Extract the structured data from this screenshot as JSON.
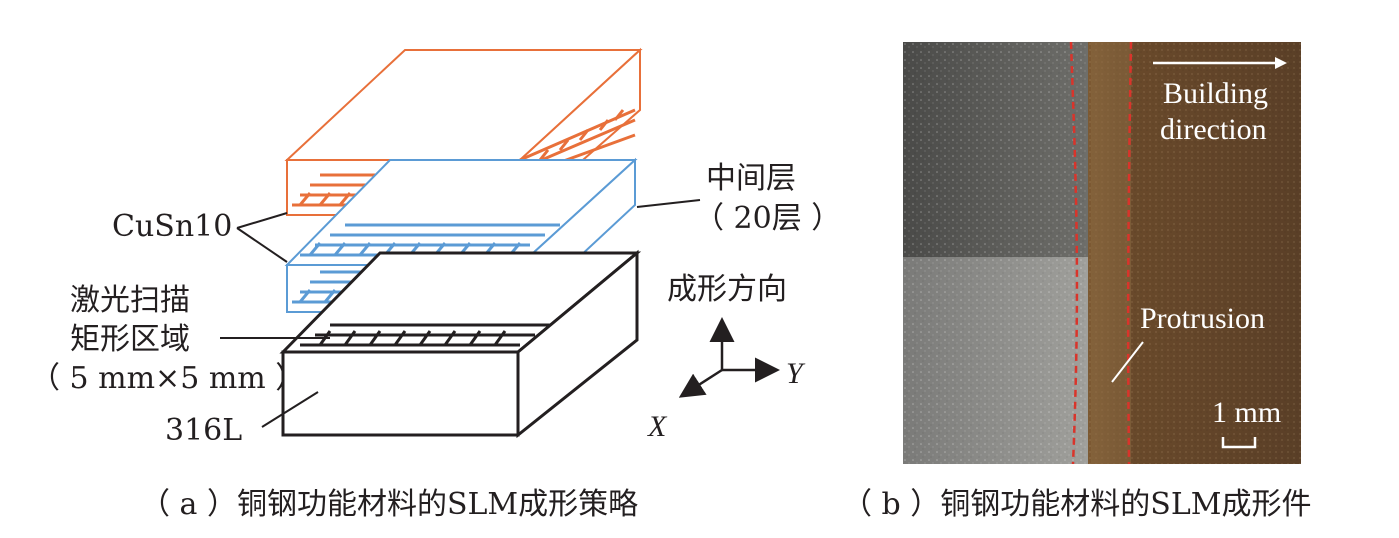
{
  "panel_a": {
    "caption": "（ a ）铜钢功能材料的SLM成形策略",
    "label_cusn10": "CuSn10",
    "label_middle_line1": "中间层",
    "label_middle_line2": "（ 20层 ）",
    "label_scan_line1": "激光扫描",
    "label_scan_line2": "矩形区域",
    "label_scan_line3": "（ 5 mm×5 mm ）",
    "label_316l": "316L",
    "label_direction": "成形方向",
    "axis_x": "X",
    "axis_y": "Y",
    "colors": {
      "copper": "#e8703a",
      "middle": "#5b9bd5",
      "steel": "#231f20"
    }
  },
  "panel_b": {
    "caption": "（ b ）铜钢功能材料的SLM成形件",
    "label_building_line1": "Building",
    "label_building_line2": "direction",
    "label_protrusion": "Protrusion",
    "scale_bar": "1 mm",
    "colors": {
      "interface_dashes": "#d9342b",
      "steel_region": "#8a8a8a",
      "copper_region": "#6b4a2c"
    }
  }
}
